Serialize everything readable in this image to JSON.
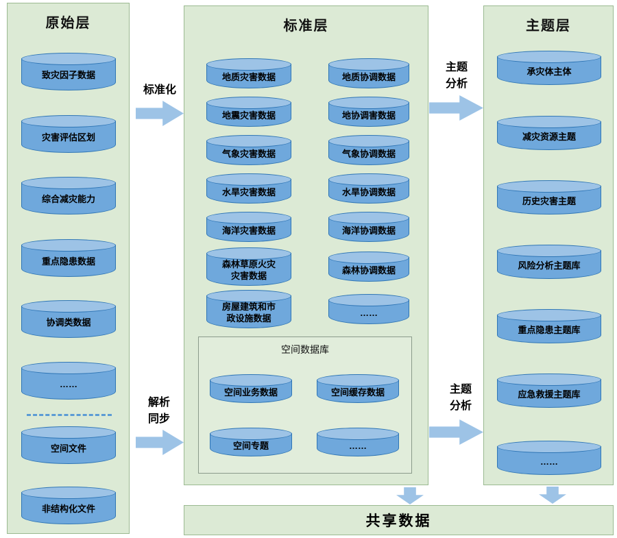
{
  "layers": {
    "original": {
      "title": "原始层",
      "items": [
        "致灾因子数据",
        "灾害评估区划",
        "综合减灾能力",
        "重点隐患数据",
        "协调类数据",
        "……",
        "空间文件",
        "非结构化文件"
      ]
    },
    "standard": {
      "title": "标准层",
      "disaster_items": [
        "地质灾害数据",
        "地震灾害数据",
        "气象灾害数据",
        "水旱灾害数据",
        "海洋灾害数据",
        "森林草原火灾\n灾害数据",
        "房屋建筑和市\n政设施数据"
      ],
      "coord_items": [
        "地质协调数据",
        "地协调害数据",
        "气象协调数据",
        "水旱协调数据",
        "海洋协调数据",
        "森林协调数据",
        "……"
      ],
      "spatial": {
        "title": "空间数据库",
        "items": [
          "空间业务数据",
          "空间缓存数据",
          "空间专题",
          "……"
        ]
      }
    },
    "theme": {
      "title": "主题层",
      "items": [
        "承灾体主体",
        "减灾资源主题",
        "历史灾害主题",
        "风险分析主题库",
        "重点隐患主题库",
        "应急救援主题库",
        "……"
      ]
    }
  },
  "arrows": {
    "standardize": "标准化",
    "parse_sync": "解析\n同步",
    "theme_analysis_top": "主题\n分析",
    "theme_analysis_bottom": "主题\n分析"
  },
  "shared_bar": {
    "title": "共享数据"
  },
  "colors": {
    "panel_bg": "#dcead5",
    "panel_border": "#9ab990",
    "cylinder_body": "#6fa8dc",
    "cylinder_top": "#9dc3e6",
    "cylinder_border": "#2e75b5",
    "arrow": "#9dc3e6",
    "text": "#000000"
  }
}
